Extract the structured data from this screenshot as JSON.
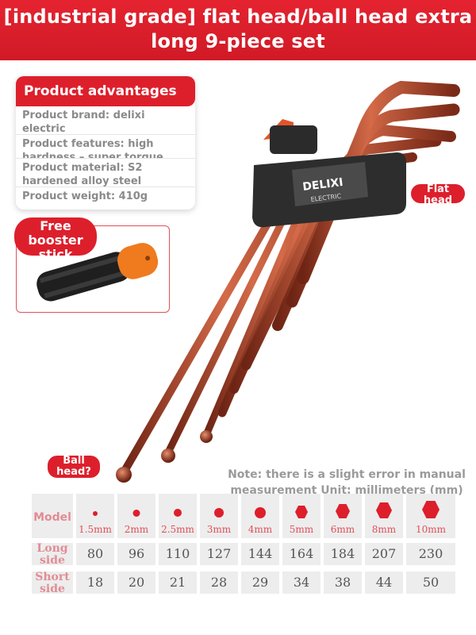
{
  "banner": {
    "line1": "[industrial grade] flat head/ball head extra",
    "line2": "long 9-piece set"
  },
  "advantages": {
    "title": "Product advantages",
    "brand": "Product brand: delixi electric",
    "features": "Product features: high hardness – super torque",
    "material": "Product material: S2 hardened alloy steel",
    "weight": "Product weight: 410g"
  },
  "booster": {
    "label": "Free booster stick"
  },
  "labels": {
    "flat_head": "Flat head",
    "ball_head": "Ball head?"
  },
  "product": {
    "brand_main": "DELIXI",
    "brand_sub": "ELECTRIC"
  },
  "note": "Note: there is a slight error in manual measurement Unit: millimeters (mm)",
  "table": {
    "model_label": "Model",
    "long_label": "Long side",
    "short_label": "Short side",
    "columns": [
      {
        "size": "1.5mm",
        "long": "80",
        "short": "18"
      },
      {
        "size": "2mm",
        "long": "96",
        "short": "20"
      },
      {
        "size": "2.5mm",
        "long": "110",
        "short": "21"
      },
      {
        "size": "3mm",
        "long": "127",
        "short": "28"
      },
      {
        "size": "4mm",
        "long": "144",
        "short": "29"
      },
      {
        "size": "5mm",
        "long": "164",
        "short": "34"
      },
      {
        "size": "6mm",
        "long": "184",
        "short": "38"
      },
      {
        "size": "8mm",
        "long": "207",
        "short": "44"
      },
      {
        "size": "10mm",
        "long": "230",
        "short": "50"
      }
    ]
  },
  "colors": {
    "accent": "#dd1f2c",
    "copper": "#a8412a",
    "cell_bg": "#ededed"
  }
}
